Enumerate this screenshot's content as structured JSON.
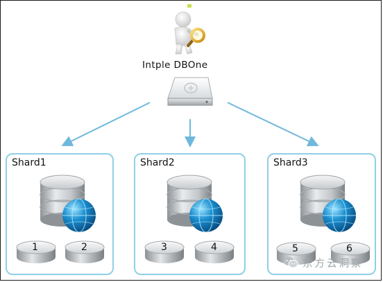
{
  "hub": {
    "label": "Intple DBOne"
  },
  "shards": [
    {
      "label": "Shard1",
      "disks": [
        "1",
        "2"
      ]
    },
    {
      "label": "Shard2",
      "disks": [
        "3",
        "4"
      ]
    },
    {
      "label": "Shard3",
      "disks": [
        "5",
        "6"
      ]
    }
  ],
  "watermark": {
    "text": "东方云洞察"
  },
  "colors": {
    "connector": "#6fb8dc",
    "box_border": "#8fcfe6",
    "globe": "#1c8fcf",
    "watermark": "#9aa3a8"
  }
}
